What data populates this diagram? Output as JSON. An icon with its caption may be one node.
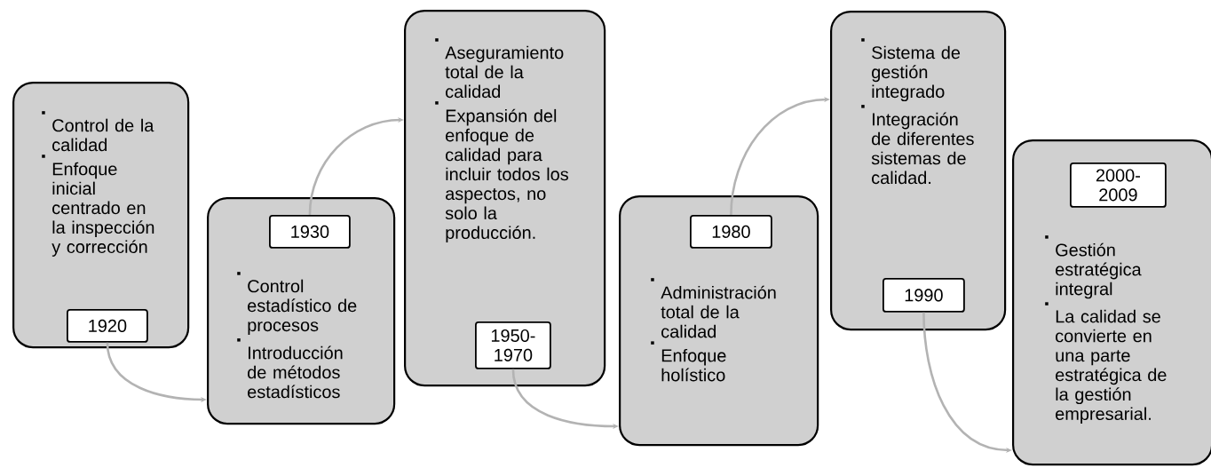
{
  "diagram": {
    "nodes": [
      {
        "text": [
          "Control de la calidad",
          "Enfoque inicial centrado en la inspección y corrección"
        ]
      },
      {
        "text": [
          "1920"
        ],
        "in": 0
      },
      {
        "text": [
          "Control estadístico de procesos",
          "Introducción de métodos estadísticos"
        ]
      },
      {
        "text": [
          "1930"
        ],
        "in": 2
      },
      {
        "text": [
          "Aseguramiento total de la calidad",
          "Expansión del enfoque de calidad para incluir todos los aspectos, no solo la producción."
        ]
      },
      {
        "text": [
          "1950- 1970"
        ],
        "in": 4
      },
      {
        "text": [
          "Administración total de la calidad",
          "Enfoque holístico"
        ]
      },
      {
        "text": [
          "1980"
        ],
        "in": 6
      },
      {
        "text": [
          "Sistema de gestión integrado",
          "Integración de diferentes sistemas de calidad."
        ]
      },
      {
        "text": [
          "1990"
        ],
        "in": 8
      },
      {
        "text": [
          "Gestión estratégica integral",
          "La calidad se convierte en una parte estratégica de la gestión empresarial."
        ]
      },
      {
        "text": [
          "2000- 2009"
        ],
        "in": 10
      }
    ],
    "edges": [
      {
        "from": 1,
        "to": 2,
        "arrow": "to"
      },
      {
        "from": 3,
        "to": 4,
        "arrow": "to"
      },
      {
        "from": 5,
        "to": 6,
        "arrow": "to"
      },
      {
        "from": 7,
        "to": 8,
        "arrow": "to"
      },
      {
        "from": 9,
        "to": 10,
        "arrow": "to"
      }
    ]
  }
}
